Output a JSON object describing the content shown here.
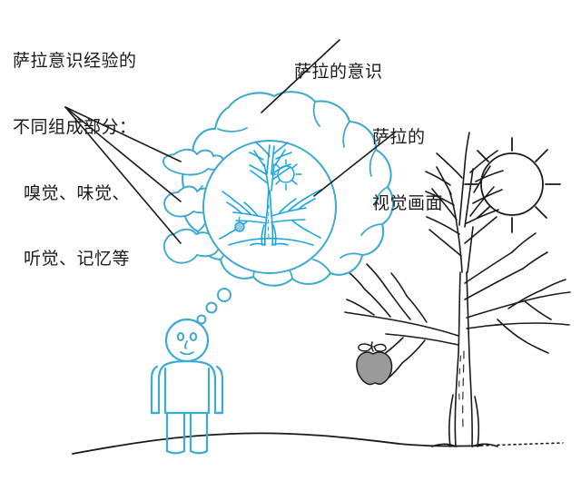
{
  "illustration": {
    "title": "Sarah's conscious experience diagram",
    "colors": {
      "bubble_outline": "#3FA9D1",
      "inner_scene": "#19A5E0",
      "person": "#3BABD4",
      "ink_black": "#1a1a1a",
      "apple_gray": "#9a9a9a",
      "background": "#ffffff"
    }
  },
  "labels": {
    "components": {
      "line1": "萨拉意识经验的",
      "line2": "不同组成部分：",
      "line3": "嗅觉、味觉、",
      "line4": "听觉、记忆等"
    },
    "consciousness": {
      "line1": "萨拉的意识"
    },
    "visual_field": {
      "line1": "萨拉的",
      "line2": "视觉画面"
    }
  },
  "elements": {
    "thought_bubble": "cloud-shaped thought bubble",
    "thought_dots": 3,
    "blobs": 3,
    "inner_circle": "visual field circle",
    "inner_tree": "bare tree with apple",
    "inner_sun": "small sun with rays",
    "person": "stick figure person looking right",
    "outer_sun": "sun with 8 rays",
    "outer_tree": "bare apple tree",
    "outer_apple": "gray apple",
    "ground": "ground horizon line"
  }
}
